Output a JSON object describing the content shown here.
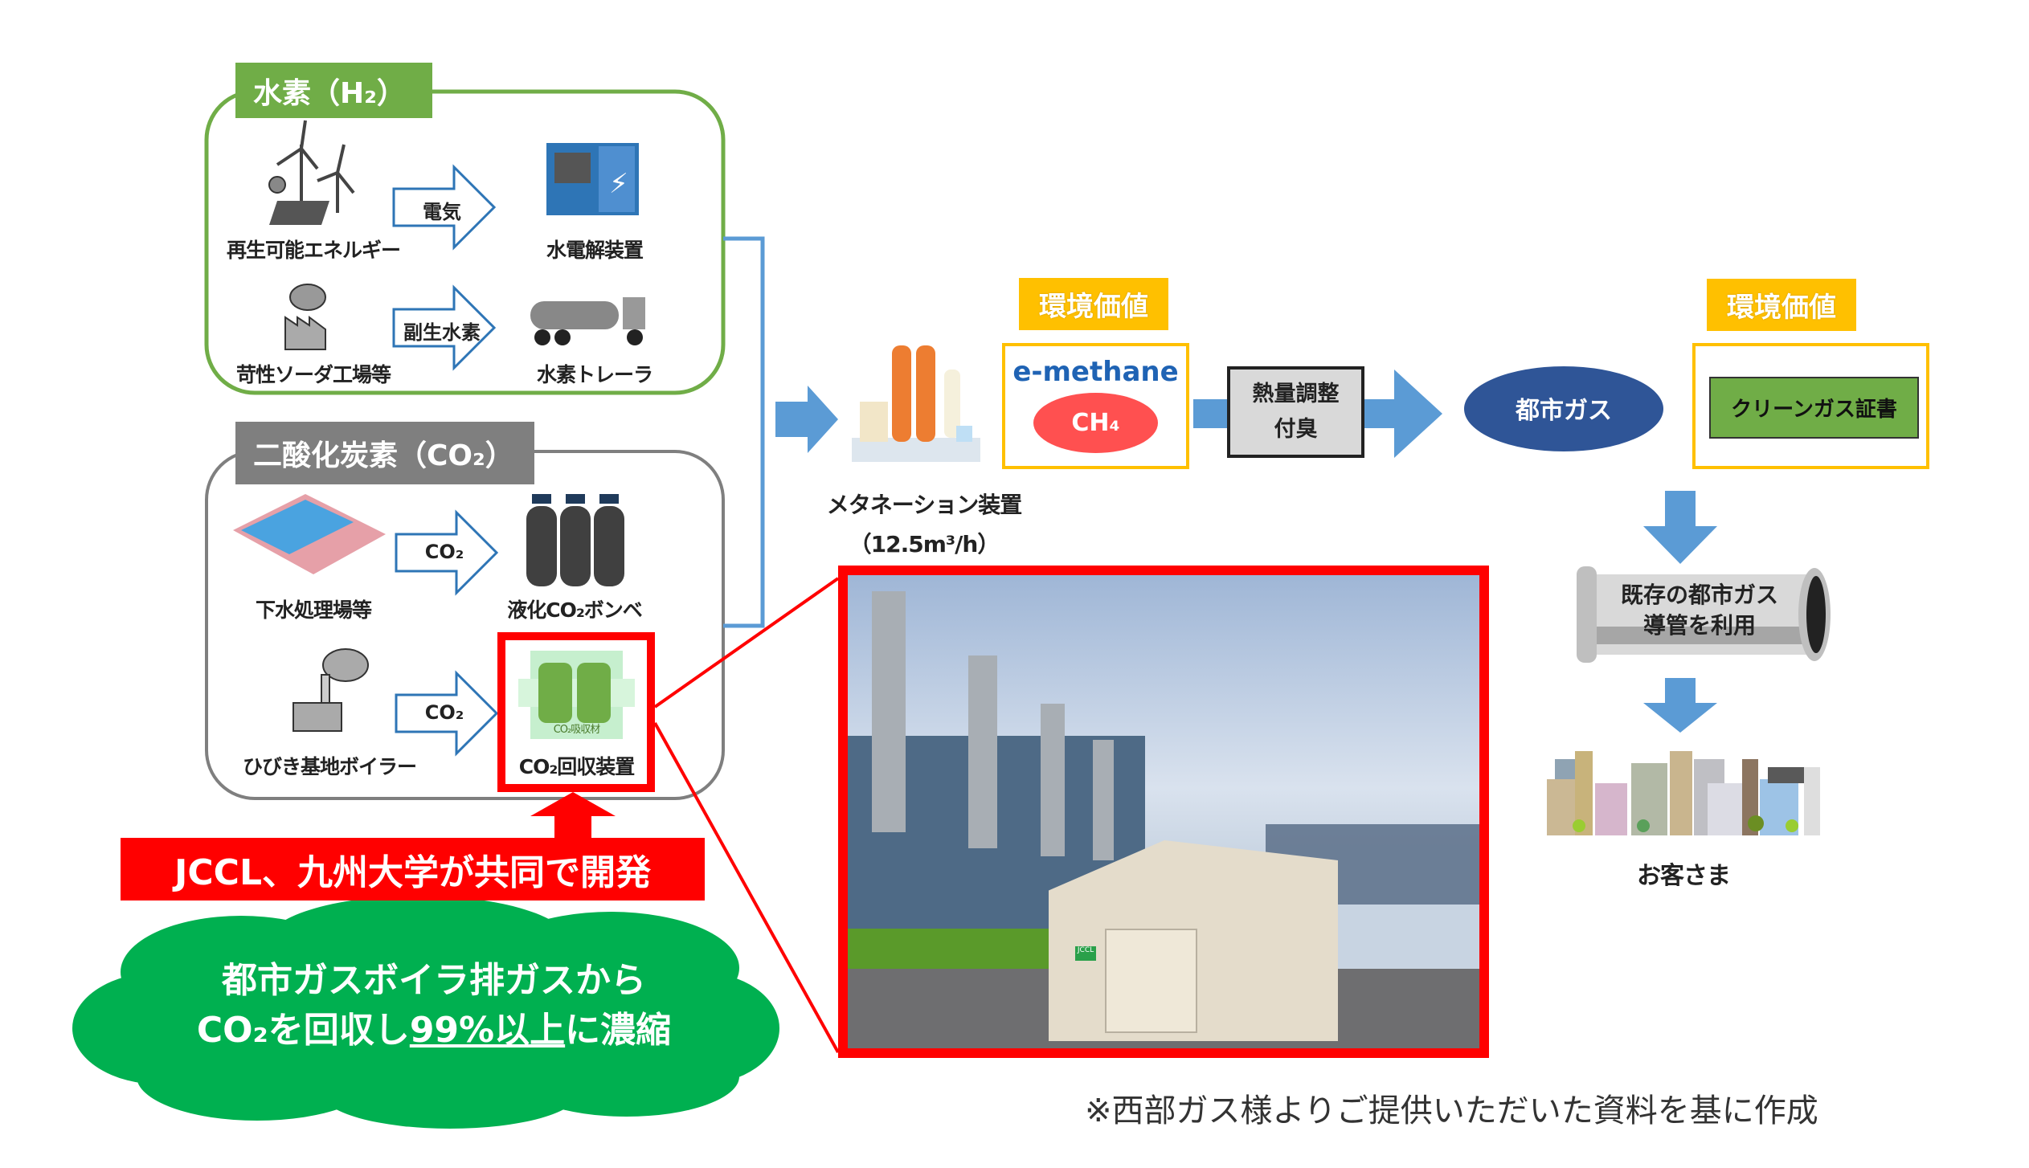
{
  "hydrogen": {
    "title": "水素（H₂）",
    "rows": [
      {
        "source": "再生可能エネルギー",
        "arrow": "電気",
        "target": "水電解装置"
      },
      {
        "source": "苛性ソーダ工場等",
        "arrow": "副生水素",
        "target": "水素トレーラ"
      }
    ]
  },
  "co2": {
    "title": "二酸化炭素（CO₂）",
    "rows": [
      {
        "source": "下水処理場等",
        "arrow": "CO₂",
        "target": "液化CO₂ボンベ"
      },
      {
        "source": "ひびき基地ボイラー",
        "arrow": "CO₂",
        "target": "CO₂回収装置",
        "inner_label": "CO₂吸収材"
      }
    ]
  },
  "development_banner": "JCCL、九州大学が共同で開発",
  "cloud": {
    "line1": "都市ガスボイラ排ガスから",
    "line2_pre": "CO₂を回収し",
    "line2_underlined": "99%以上",
    "line2_post": "に濃縮"
  },
  "methanation": {
    "label": "メタネーション装置",
    "capacity": "（12.5m³/h）"
  },
  "env_value_1": "環境価値",
  "env_value_2": "環境価値",
  "emethane": {
    "logo": "e-methane",
    "molecule": "CH₄"
  },
  "heat_adjust": {
    "line1": "熱量調整",
    "line2": "付臭"
  },
  "city_gas": "都市ガス",
  "certificate": "クリーンガス証書",
  "pipe": {
    "line1": "既存の都市ガス",
    "line2": "導管を利用"
  },
  "customers": "お客さま",
  "footnote": "※西部ガス様よりご提供いただいた資料を基に作成",
  "photo": {
    "sign_label": "JCCL"
  },
  "colors": {
    "green": "#70ad47",
    "gray": "#7f7f7f",
    "blue": "#5b9bd5",
    "red": "#ff0000",
    "yellow": "#ffc000",
    "navy": "#2f5597",
    "cloud": "#00b050"
  }
}
